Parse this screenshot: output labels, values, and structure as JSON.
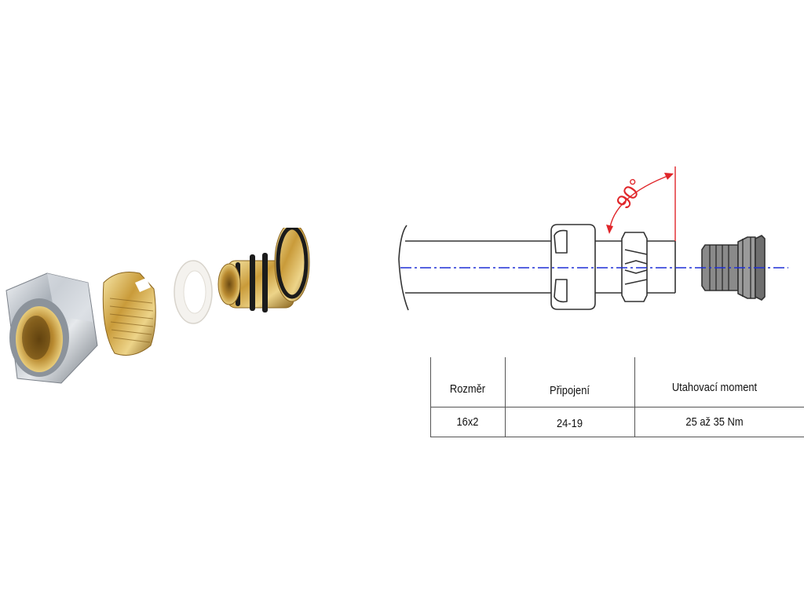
{
  "diagram": {
    "angle_label": "90°"
  },
  "spec_table": {
    "headers": [
      "Rozměr",
      "Připojení",
      "Utahovací moment"
    ],
    "row": [
      "16x2",
      "24-19",
      "25 až 35 Nm"
    ]
  },
  "colors": {
    "angle_annotation": "#e0262a",
    "centerline": "#1f2fd6",
    "outline": "#333333"
  }
}
